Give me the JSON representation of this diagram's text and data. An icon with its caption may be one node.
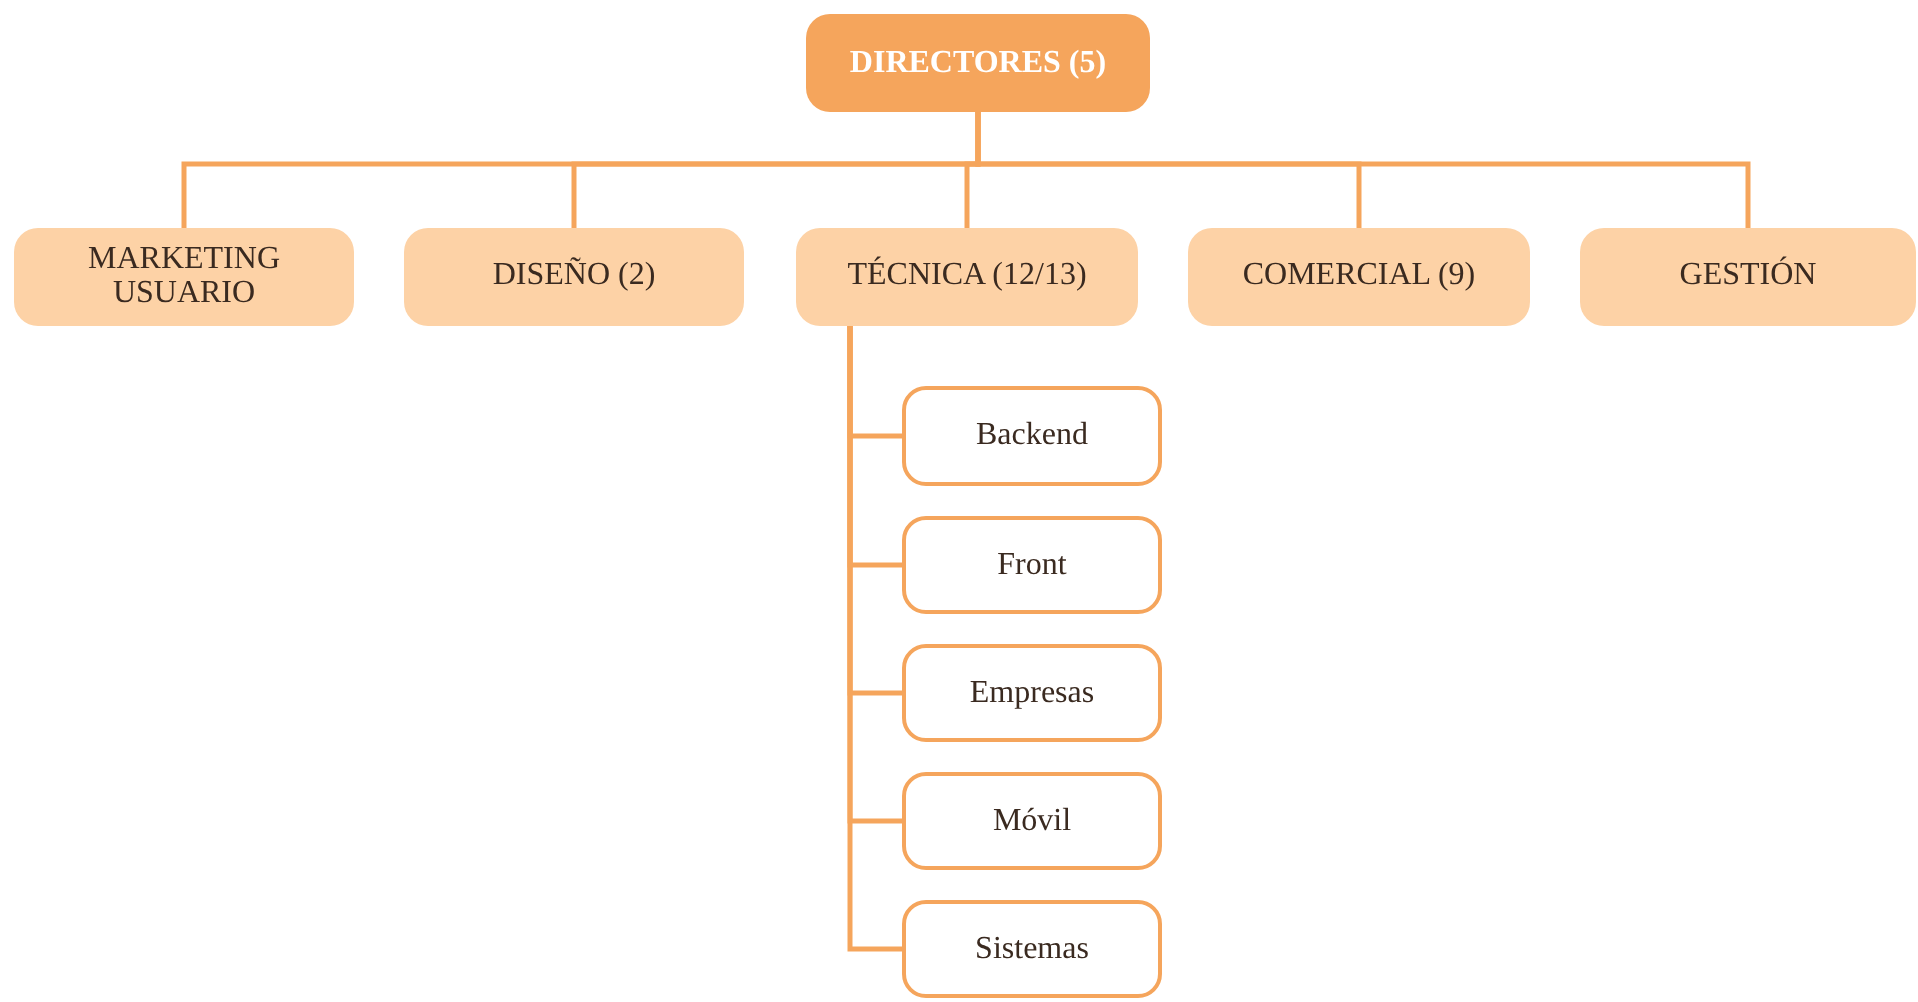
{
  "diagram": {
    "nodes": [
      {
        "text": [
          "DIRECTORES (5)"
        ]
      },
      {
        "text": [
          "MARKETING USUARIO"
        ]
      },
      {
        "text": [
          "DISEÑO (2)"
        ]
      },
      {
        "text": [
          "TÉCNICA (12/13)"
        ]
      },
      {
        "text": [
          "COMERCIAL (9)"
        ]
      },
      {
        "text": [
          "GESTIÓN"
        ]
      },
      {
        "text": [
          "Backend"
        ]
      },
      {
        "text": [
          "Front"
        ]
      },
      {
        "text": [
          "Empresas"
        ]
      },
      {
        "text": [
          "Móvil"
        ]
      },
      {
        "text": [
          "Sistemas"
        ]
      }
    ],
    "edges": [
      {
        "from": 0,
        "to": 1,
        "arrow": "none"
      },
      {
        "from": 0,
        "to": 2,
        "arrow": "none"
      },
      {
        "from": 0,
        "to": 3,
        "arrow": "none"
      },
      {
        "from": 0,
        "to": 4,
        "arrow": "none"
      },
      {
        "from": 0,
        "to": 5,
        "arrow": "none"
      },
      {
        "from": 3,
        "to": 6,
        "arrow": "none"
      },
      {
        "from": 3,
        "to": 7,
        "arrow": "none"
      },
      {
        "from": 3,
        "to": 8,
        "arrow": "none"
      },
      {
        "from": 3,
        "to": 9,
        "arrow": "none"
      },
      {
        "from": 3,
        "to": 10,
        "arrow": "none"
      }
    ]
  }
}
